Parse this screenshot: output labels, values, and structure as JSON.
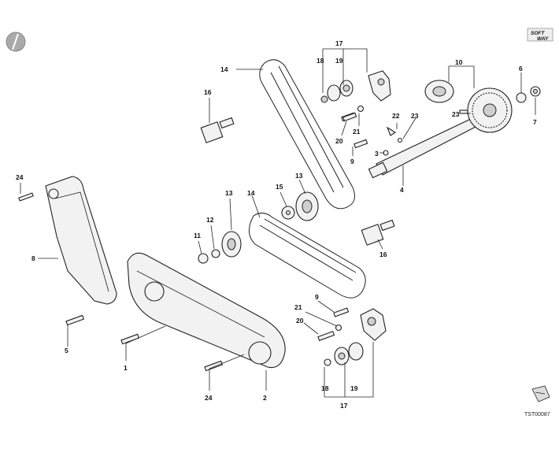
{
  "diagram": {
    "drawing_code": "TST00087",
    "logo_line1": "SOFT",
    "logo_line2": "WAY",
    "callouts": [
      "1",
      "2",
      "3",
      "4",
      "5",
      "6",
      "7",
      "8",
      "9",
      "10",
      "11",
      "12",
      "13",
      "14",
      "15",
      "16",
      "17",
      "18",
      "19",
      "20",
      "21",
      "22",
      "23",
      "24"
    ]
  }
}
